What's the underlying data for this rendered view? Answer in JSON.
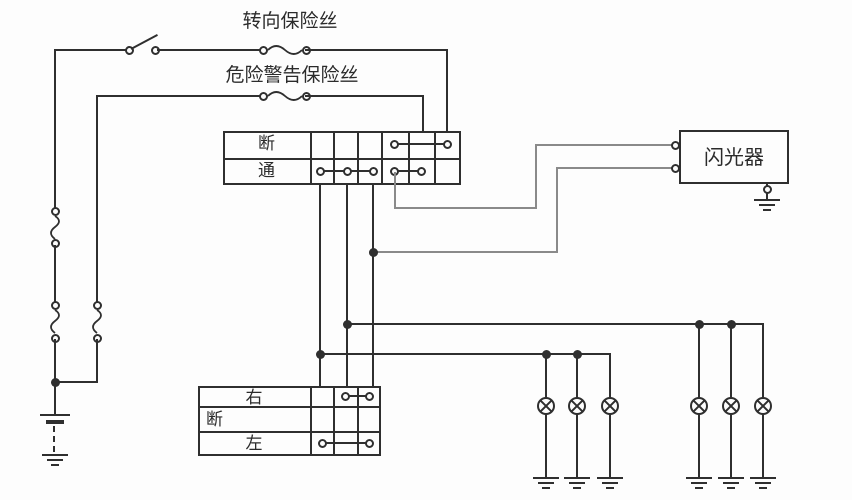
{
  "labels": {
    "turn_fuse": "转向保险丝",
    "hazard_fuse": "危险警告保险丝",
    "flasher": "闪光器"
  },
  "hazard_switch": {
    "row_off": "断",
    "row_on": "通"
  },
  "turn_switch": {
    "row_right": "右",
    "row_off": "断",
    "row_left": "左"
  },
  "colors": {
    "wire": "#2f2f2f",
    "wire_secondary": "#8a8a8a",
    "background": "#fdfdfd",
    "text": "#2b2b2b"
  },
  "icons": {
    "power-switch-icon": "open contact switch (two circles with lever)",
    "fuse-icon": "circle-wave-circle fuse symbol",
    "lamp-icon": "circle with X bulb symbol",
    "ground-icon": "three-bar earth ground",
    "battery-icon": "two-plate battery",
    "junction-dot": "solid wire junction dot",
    "terminal-circle": "open terminal circle"
  }
}
